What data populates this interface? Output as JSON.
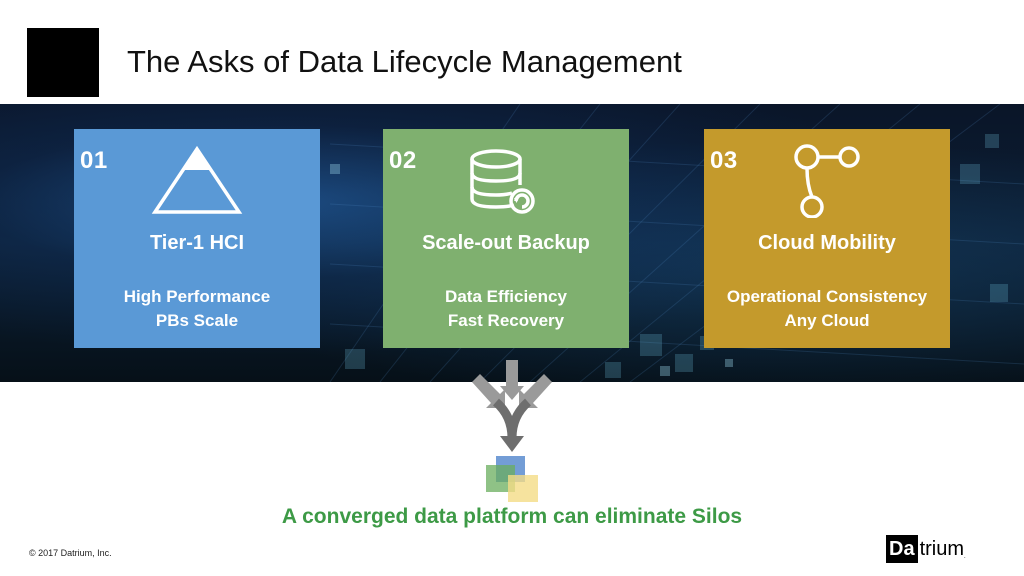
{
  "header": {
    "title": "The Asks of Data Lifecycle Management"
  },
  "cards": [
    {
      "number": "01",
      "icon": "mountain-icon",
      "name": "Tier-1 HCI",
      "lines": [
        "High Performance",
        "PBs Scale"
      ],
      "color": "#5a99d6"
    },
    {
      "number": "02",
      "icon": "database-backup-icon",
      "name": "Scale-out Backup",
      "lines": [
        "Data Efficiency",
        "Fast Recovery"
      ],
      "color": "#7fb06f"
    },
    {
      "number": "03",
      "icon": "branch-nodes-icon",
      "name": "Cloud Mobility",
      "lines": [
        "Operational Consistency",
        "Any Cloud"
      ],
      "color": "#c49a2c"
    }
  ],
  "footer": {
    "tagline": "A converged data platform can eliminate Silos",
    "tagline_color": "#3d9a46",
    "copyright": "© 2017 Datrium, Inc.",
    "brand_part1": "Da",
    "brand_part2": "trium",
    "brand_mark": "."
  }
}
